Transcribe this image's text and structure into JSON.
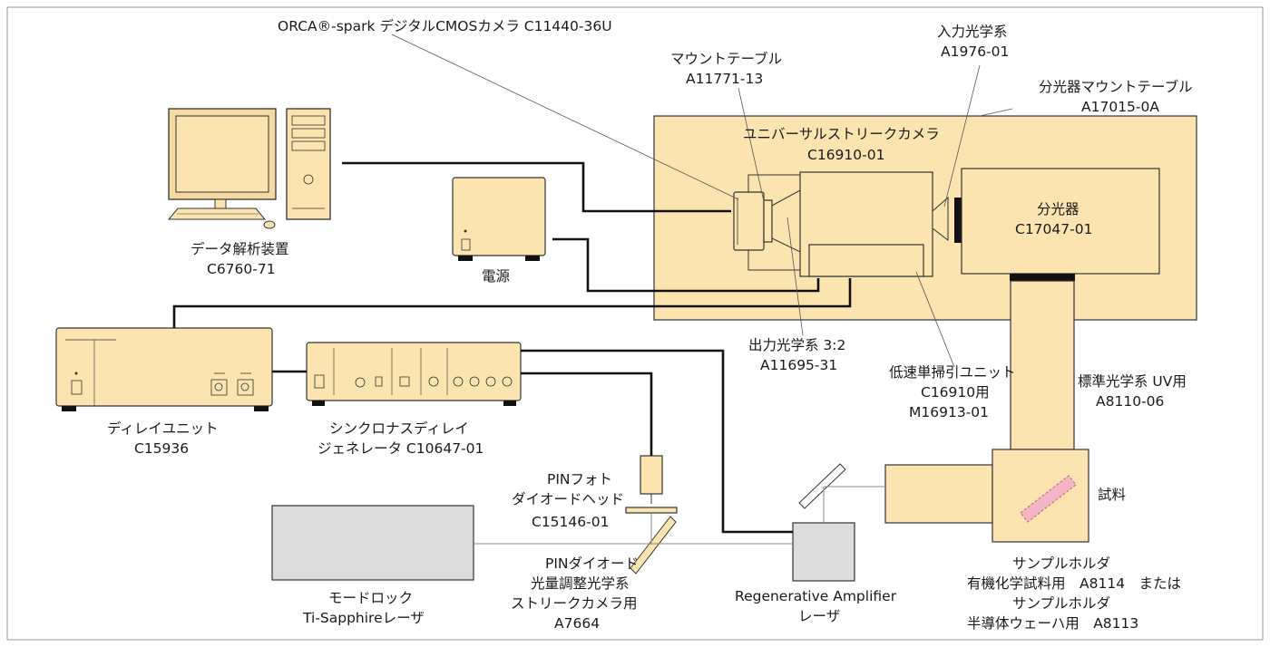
{
  "colors": {
    "equipment_fill": "#fbe4b0",
    "laser_fill": "#dcdcdc",
    "sample_fill": "#f4b6c6",
    "cable": "#111111",
    "frame": "#9a9a9a"
  },
  "labels": {
    "orca": "ORCA®-spark デジタルCMOSカメラ C11440-36U",
    "mount_table_1": "マウントテーブル",
    "mount_table_2": "A11771-13",
    "input_optics_1": "入力光学系",
    "input_optics_2": "A1976-01",
    "spectro_mount_1": "分光器マウントテーブル",
    "spectro_mount_2": "A17015-0A",
    "streak_1": "ユニバーサルストリークカメラ",
    "streak_2": "C16910-01",
    "spectrograph_1": "分光器",
    "spectrograph_2": "C17047-01",
    "analysis_1": "データ解析装置",
    "analysis_2": "C6760-71",
    "power": "電源",
    "output_optics_1": "出力光学系 3:2",
    "output_optics_2": "A11695-31",
    "sweep_1": "低速単掃引ユニット",
    "sweep_2": "C16910用",
    "sweep_3": "M16913-01",
    "std_optics_1": "標準光学系 UV用",
    "std_optics_2": "A8110-06",
    "delay_1": "ディレイユニット",
    "delay_2": "C15936",
    "sync_1": "シンクロナスディレイ",
    "sync_2": "ジェネレータ C10647-01",
    "pin_head_1": "PINフォト",
    "pin_head_2": "ダイオードヘッド",
    "pin_head_3": "C15146-01",
    "pin_atten_1": "PINダイオード",
    "pin_atten_2": "光量調整光学系",
    "pin_atten_3": "ストリークカメラ用",
    "pin_atten_4": "A7664",
    "sample": "試料",
    "holder_1": "サンプルホルダ",
    "holder_2": "有機化学試料用　A8114　または",
    "holder_3": "サンプルホルダ",
    "holder_4": "半導体ウェーハ用　A8113",
    "regen_1": "Regenerative Amplifier",
    "regen_2": "レーザ",
    "modelock_1": "モードロック",
    "modelock_2": "Ti-Sapphireレーザ"
  }
}
